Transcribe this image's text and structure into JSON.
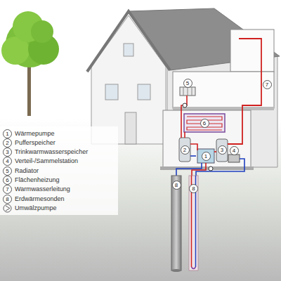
{
  "diagram": {
    "labels": [
      "1",
      "2",
      "3",
      "4",
      "5",
      "6",
      "7",
      "8",
      "1",
      "2",
      "3",
      "4",
      "5",
      "6",
      "7",
      "8",
      "8"
    ],
    "legend": [
      {
        "text": "Wärmepumpe"
      },
      {
        "text": "Pufferspeicher"
      },
      {
        "text": "Trinkwarmwasserspeicher"
      },
      {
        "text": "Verteil-/Sammelstation"
      },
      {
        "text": "Radiator"
      },
      {
        "text": "Flächenheizung"
      },
      {
        "text": "Warmwasserleitung"
      },
      {
        "text": "Erdwärmesonden"
      },
      {
        "text": "Umwälzpumpe"
      }
    ]
  }
}
